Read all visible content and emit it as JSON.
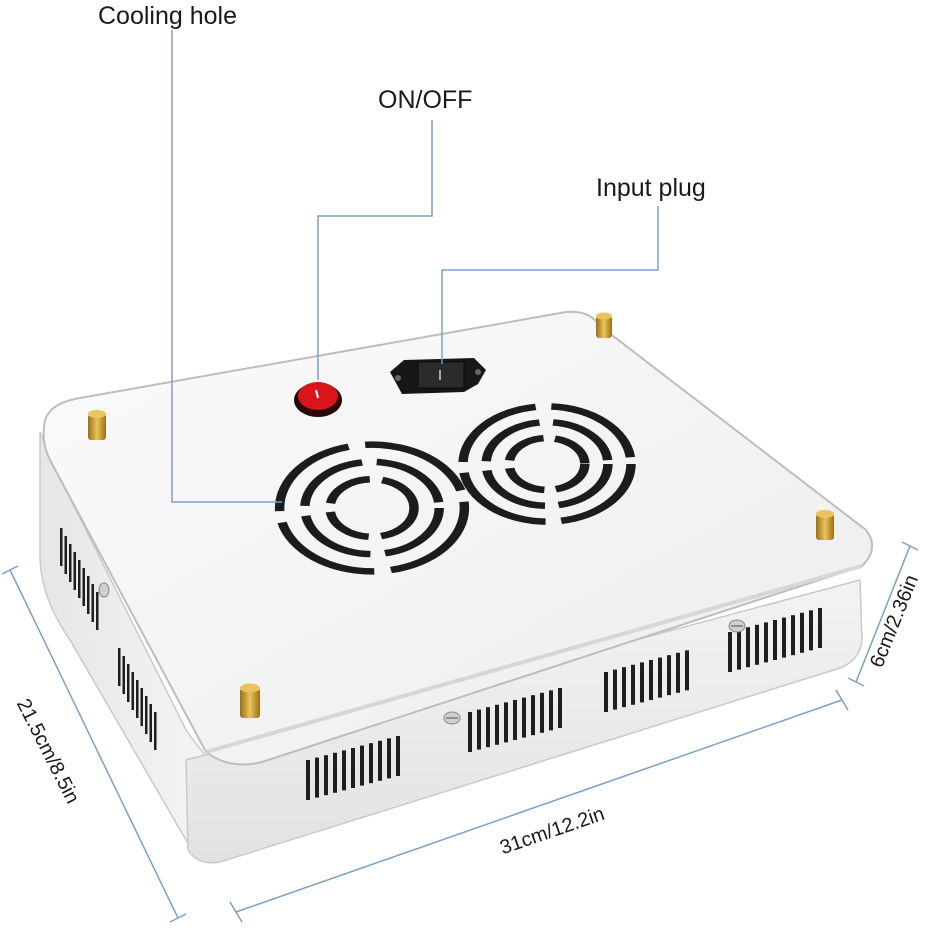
{
  "callouts": {
    "cooling_hole": "Cooling hole",
    "on_off": "ON/OFF",
    "input_plug": "Input plug"
  },
  "dimensions": {
    "depth": "21.5cm/8.5in",
    "width": "31cm/12.2in",
    "height": "6cm/2.36in"
  },
  "colors": {
    "panel": "#f7f7f7",
    "leader_line": "#7aa0c8",
    "switch": "#d9141b",
    "nut": "#c89a2c"
  },
  "icons": [
    "power-switch-icon",
    "power-socket-icon",
    "fan-grille-icon",
    "mounting-nut-icon"
  ]
}
